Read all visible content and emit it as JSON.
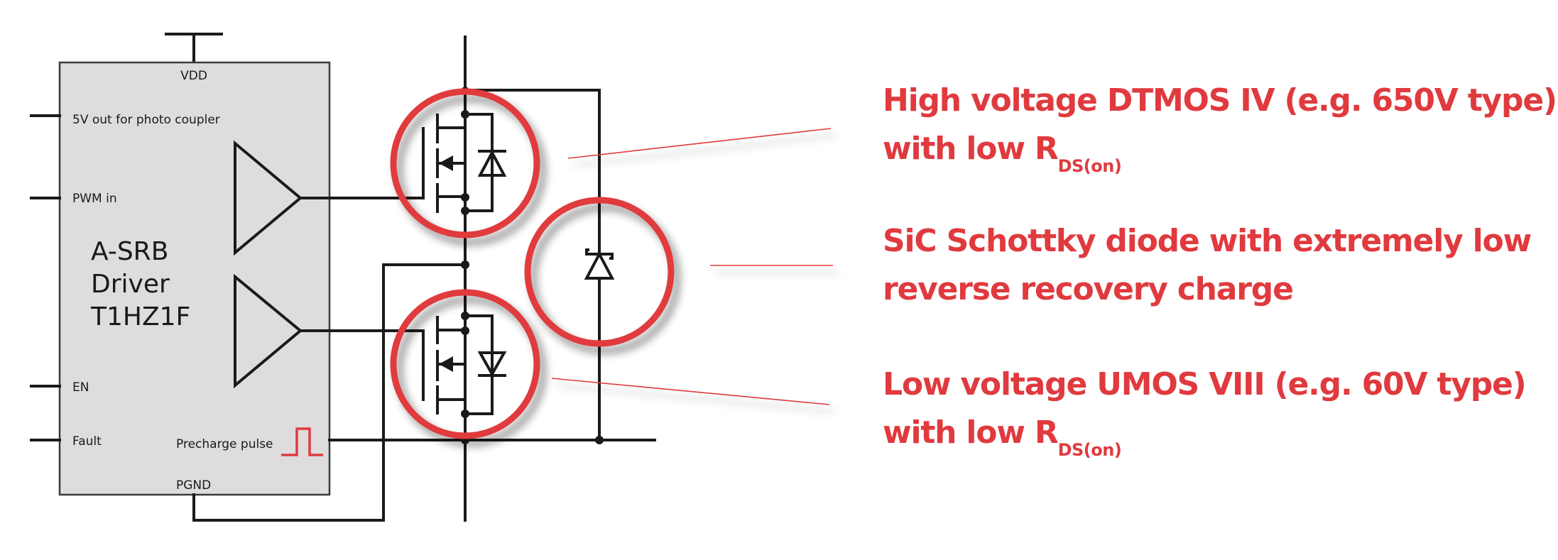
{
  "colors": {
    "accent": "#e03a3e",
    "wire": "#1a1a1a",
    "driver_fill": "#dedcdd"
  },
  "driver": {
    "title_lines": [
      "A-SRB",
      "Driver",
      "T1HZ1F"
    ],
    "pins": {
      "vdd": "VDD",
      "photo_coupler": "5V out for photo coupler",
      "pwm_in": "PWM in",
      "en": "EN",
      "fault": "Fault",
      "precharge": "Precharge pulse",
      "pgnd": "PGND"
    }
  },
  "components": {
    "upper_mosfet": "high-voltage-mosfet",
    "lower_mosfet": "low-voltage-mosfet",
    "diode": "sic-schottky-diode",
    "precharge_icon": "pulse-waveform-icon"
  },
  "callouts": [
    {
      "line1": "High voltage DTMOS IV (e.g. 650V type)",
      "line2_prefix": "with low R",
      "line2_sub": "DS(on)"
    },
    {
      "line1": "SiC Schottky diode with extremely low",
      "line2_prefix": "reverse recovery charge",
      "line2_sub": ""
    },
    {
      "line1": "Low voltage UMOS VIII (e.g. 60V type)",
      "line2_prefix": "with low R",
      "line2_sub": "DS(on)"
    }
  ]
}
